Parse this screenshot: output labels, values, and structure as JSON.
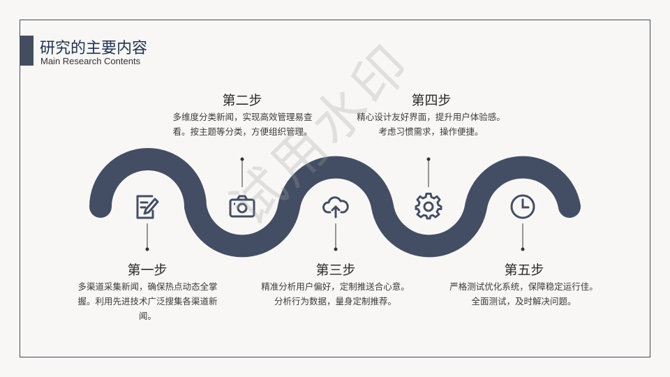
{
  "header": {
    "title": "研究的主要内容",
    "subtitle": "Main Research Contents"
  },
  "colors": {
    "wave": "#434e64",
    "icon": "#434e64",
    "accent": "#434d5f"
  },
  "steps": [
    {
      "title": "第一步",
      "desc": "多渠道采集新闻，确保热点动态全掌握。利用先进技术广泛搜集各渠道新闻。",
      "icon": "pen-note-icon"
    },
    {
      "title": "第二步",
      "desc": "多维度分类新闻，实现高效管理易查看。按主题等分类，方便组织管理。",
      "icon": "camera-icon"
    },
    {
      "title": "第三步",
      "desc": "精准分析用户偏好，定制推送合心意。分析行为数据，量身定制推荐。",
      "icon": "cloud-upload-icon"
    },
    {
      "title": "第四步",
      "desc": "精心设计友好界面，提升用户体验感。考虑习惯需求，操作便捷。",
      "icon": "gear-icon"
    },
    {
      "title": "第五步",
      "desc": "严格测试优化系统，保障稳定运行佳。全面测试，及时解决问题。",
      "icon": "clock-icon"
    }
  ],
  "watermark": "试用水印"
}
